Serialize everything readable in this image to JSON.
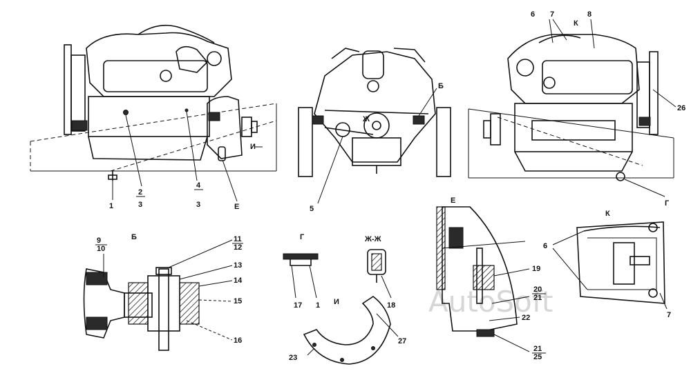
{
  "watermark": "AutoSoft",
  "colors": {
    "ink": "#111111",
    "paper": "#ffffff",
    "watermark": "#d6d6d6"
  },
  "views": {
    "left": {
      "callouts": [
        "1",
        "2",
        "3",
        "4",
        "3",
        "Е"
      ],
      "arrow": "И"
    },
    "front": {
      "callouts": [
        "5",
        "Б",
        "Ж"
      ]
    },
    "right": {
      "callouts": [
        "6",
        "7",
        "К",
        "8",
        "26",
        "Г"
      ]
    }
  },
  "details": {
    "b": {
      "title": "Б",
      "callouts": [
        "9",
        "10",
        "11",
        "12",
        "13",
        "14",
        "15",
        "16"
      ]
    },
    "g": {
      "title": "Г",
      "callouts": [
        "17",
        "1"
      ]
    },
    "zh": {
      "title": "Ж-Ж",
      "callouts": [
        "18"
      ]
    },
    "i": {
      "title": "И",
      "callouts": [
        "23",
        "27"
      ]
    },
    "e": {
      "title": "Е",
      "callouts": [
        "19",
        "20",
        "21",
        "22",
        "21",
        "25"
      ]
    },
    "k": {
      "title": "К",
      "callouts": [
        "6",
        "7"
      ]
    }
  }
}
